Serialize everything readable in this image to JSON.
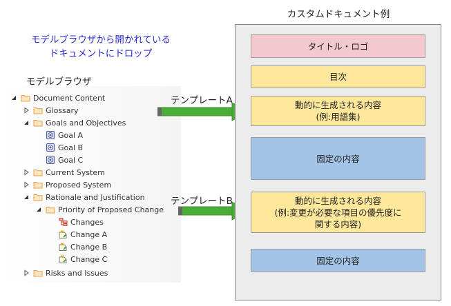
{
  "captions": {
    "drop_line1": "モデルブラウザから開かれている",
    "drop_line2": "ドキュメントにドロップ",
    "model_browser": "モデルブラウザ",
    "custom_doc": "カスタムドキュメント例"
  },
  "templates": {
    "a": "テンプレートA",
    "b": "テンプレートB"
  },
  "colors": {
    "caption_blue": "#2b2bd1",
    "arrow_green": "#4cac3a",
    "pink": "#f3c9cf",
    "yellow": "#fde79a",
    "blue": "#a3c4e6",
    "folder": "#e8a04d"
  },
  "tree": [
    {
      "label": "Document Content",
      "icon": "folder-icon",
      "expander": "expanded"
    },
    {
      "label": "Glossary",
      "icon": "folder-icon",
      "expander": "collapsed"
    },
    {
      "label": "Goals and Objectives",
      "icon": "folder-icon",
      "expander": "expanded"
    },
    {
      "label": "Goal A",
      "icon": "goal-icon",
      "expander": "none"
    },
    {
      "label": "Goal B",
      "icon": "goal-icon",
      "expander": "none"
    },
    {
      "label": "Goal C",
      "icon": "goal-icon",
      "expander": "none"
    },
    {
      "label": "Current System",
      "icon": "folder-icon",
      "expander": "collapsed"
    },
    {
      "label": "Proposed System",
      "icon": "folder-icon",
      "expander": "collapsed"
    },
    {
      "label": "Rationale and Justification",
      "icon": "folder-icon",
      "expander": "expanded"
    },
    {
      "label": "Priority of Proposed Change",
      "icon": "folder-icon",
      "expander": "expanded"
    },
    {
      "label": "Changes",
      "icon": "hierarchy-icon",
      "expander": "none"
    },
    {
      "label": "Change A",
      "icon": "change-icon",
      "expander": "none"
    },
    {
      "label": "Change B",
      "icon": "change-icon",
      "expander": "none"
    },
    {
      "label": "Change C",
      "icon": "change-icon",
      "expander": "none"
    },
    {
      "label": "Risks and Issues",
      "icon": "folder-icon",
      "expander": "collapsed"
    }
  ],
  "sections": [
    {
      "text": "タイトル・ロゴ",
      "color": "pink"
    },
    {
      "text": "目次",
      "color": "yellow"
    },
    {
      "text": "動的に生成される内容\n(例:用語集)",
      "color": "yellow"
    },
    {
      "text": "固定の内容",
      "color": "blue"
    },
    {
      "text": "動的に生成される内容\n(例:変更が必要な項目の優先度に\n関する内容)",
      "color": "yellow"
    },
    {
      "text": "固定の内容",
      "color": "blue"
    }
  ]
}
